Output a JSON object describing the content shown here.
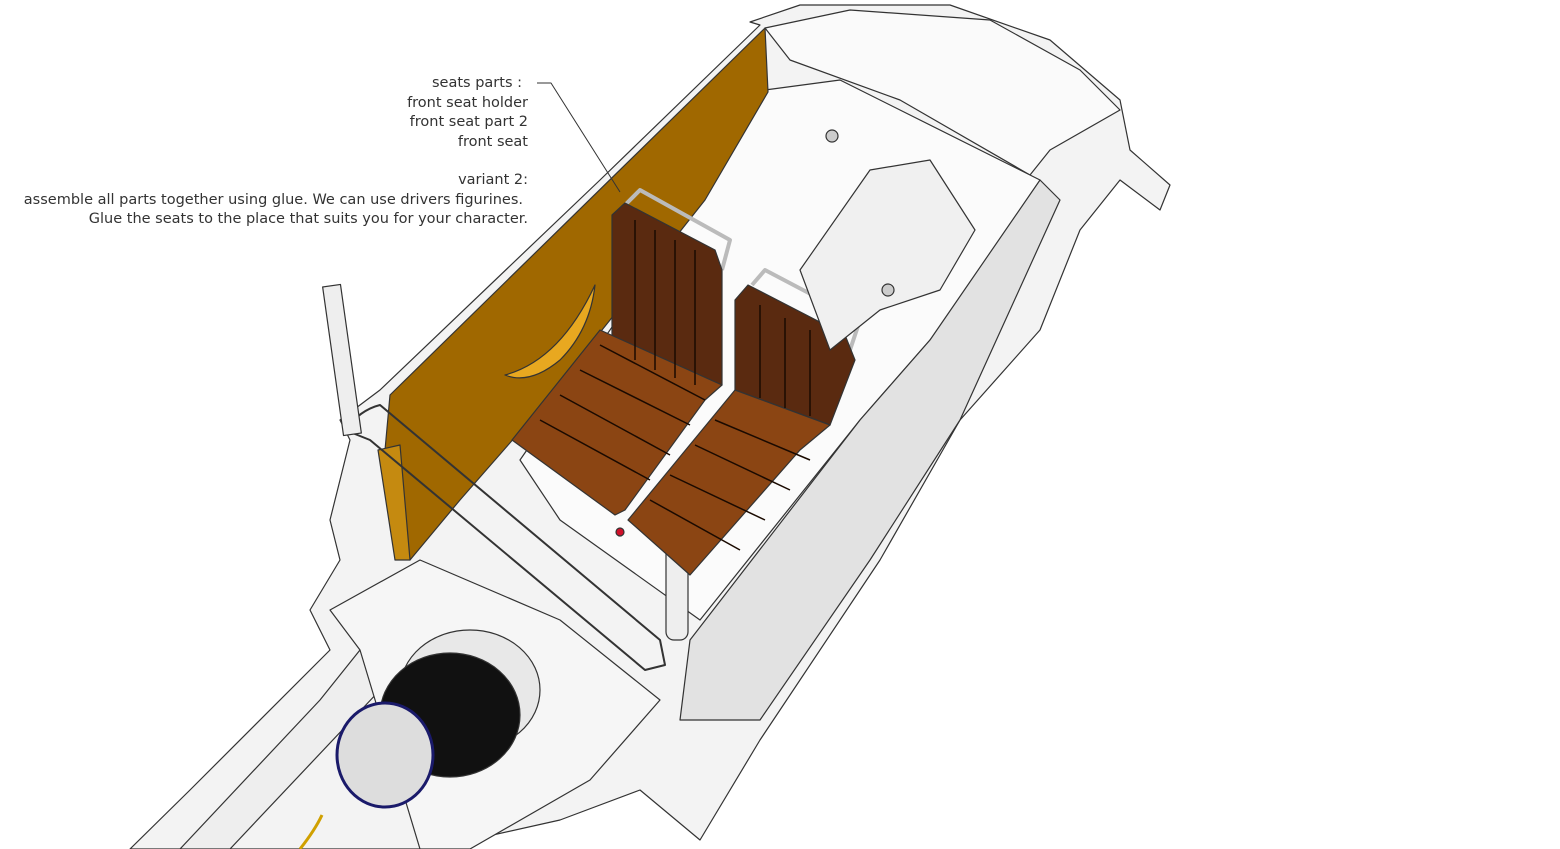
{
  "annotation_parts": {
    "heading": "seats parts :",
    "items": [
      "front seat holder",
      "front seat part 2",
      "front seat"
    ]
  },
  "annotation_instructions": {
    "heading": "variant 2:",
    "lines": [
      "assemble all parts together using glue. We can use drivers figurines.",
      "Glue the seats to the place that suits you for your character."
    ]
  },
  "colors": {
    "panel": "#a06800",
    "seat": "#8b4513",
    "outline": "#333333",
    "body": "#f4f4f4"
  }
}
